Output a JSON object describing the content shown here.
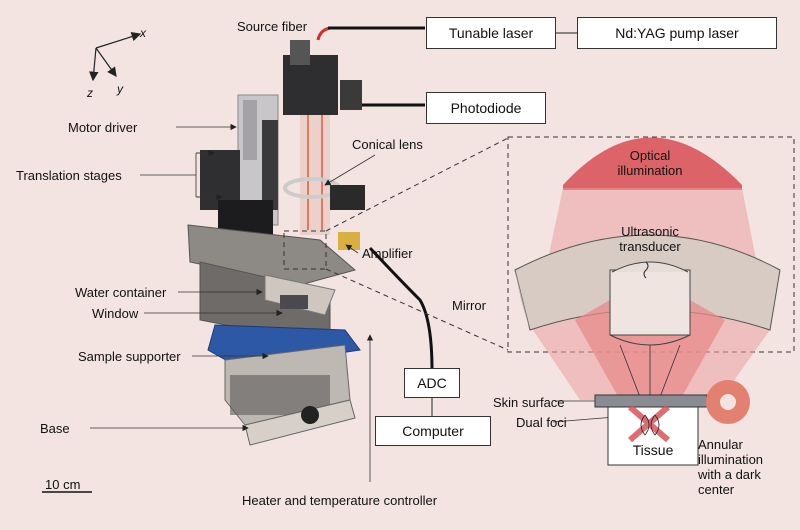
{
  "axes": {
    "x": "x",
    "y": "y",
    "z": "z"
  },
  "labels": {
    "source_fiber": "Source fiber",
    "motor_driver": "Motor driver",
    "translation_stages": "Translation stages",
    "conical_lens": "Conical lens",
    "amplifier": "Amplifier",
    "water_container": "Water container",
    "window": "Window",
    "sample_supporter": "Sample supporter",
    "base": "Base",
    "scale_bar": "10 cm",
    "heater": "Heater and temperature controller",
    "mirror": "Mirror",
    "skin_surface": "Skin surface",
    "dual_foci": "Dual foci",
    "annular_line1": "Annular",
    "annular_line2": "illumination",
    "annular_line3": "with a dark",
    "annular_line4": "center",
    "optical_line1": "Optical",
    "optical_line2": "illumination",
    "ultrasonic_line1": "Ultrasonic",
    "ultrasonic_line2": "transducer"
  },
  "boxes": {
    "tunable_laser": "Tunable laser",
    "pump_laser": "Nd:YAG pump laser",
    "photodiode": "Photodiode",
    "adc": "ADC",
    "computer": "Computer",
    "tissue": "Tissue"
  },
  "colors": {
    "illumination": "#d9545a",
    "illumination_light": "#eaa0a0",
    "mirror": "#d8cbc3",
    "background": "#f3e4e2"
  }
}
